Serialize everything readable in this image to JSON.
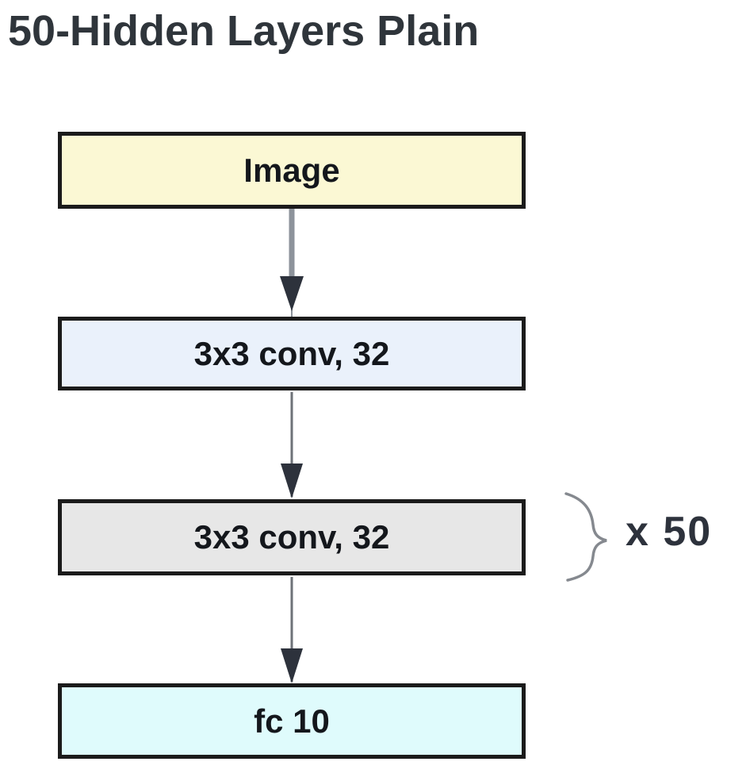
{
  "diagram": {
    "title": "50-Hidden Layers Plain",
    "nodes": [
      {
        "id": "image",
        "label": "Image",
        "fill": "#FBF8D4"
      },
      {
        "id": "conv1",
        "label": "3x3 conv, 32",
        "fill": "#EAF1FB"
      },
      {
        "id": "conv2",
        "label": "3x3 conv, 32",
        "fill": "#E7E7E7"
      },
      {
        "id": "fc",
        "label": "fc 10",
        "fill": "#DFFBFC"
      }
    ],
    "edges": [
      {
        "from": "image",
        "to": "conv1",
        "style": "arrow-down"
      },
      {
        "from": "conv1",
        "to": "conv2",
        "style": "arrow-down"
      },
      {
        "from": "conv2",
        "to": "fc",
        "style": "arrow-down"
      }
    ],
    "repeat": {
      "label": "x 50",
      "brace": "right-curly-brace"
    },
    "colors": {
      "background": "#ffffff",
      "node_border": "#1b1b1b",
      "node_text": "#14171c",
      "title_text": "#2f353b",
      "arrow_line_thick": "#8d939b",
      "arrow_line_thin": "#6e7278",
      "arrow_head": "#2d323c",
      "brace": "#85898f",
      "repeat_text": "#2d323c"
    }
  }
}
